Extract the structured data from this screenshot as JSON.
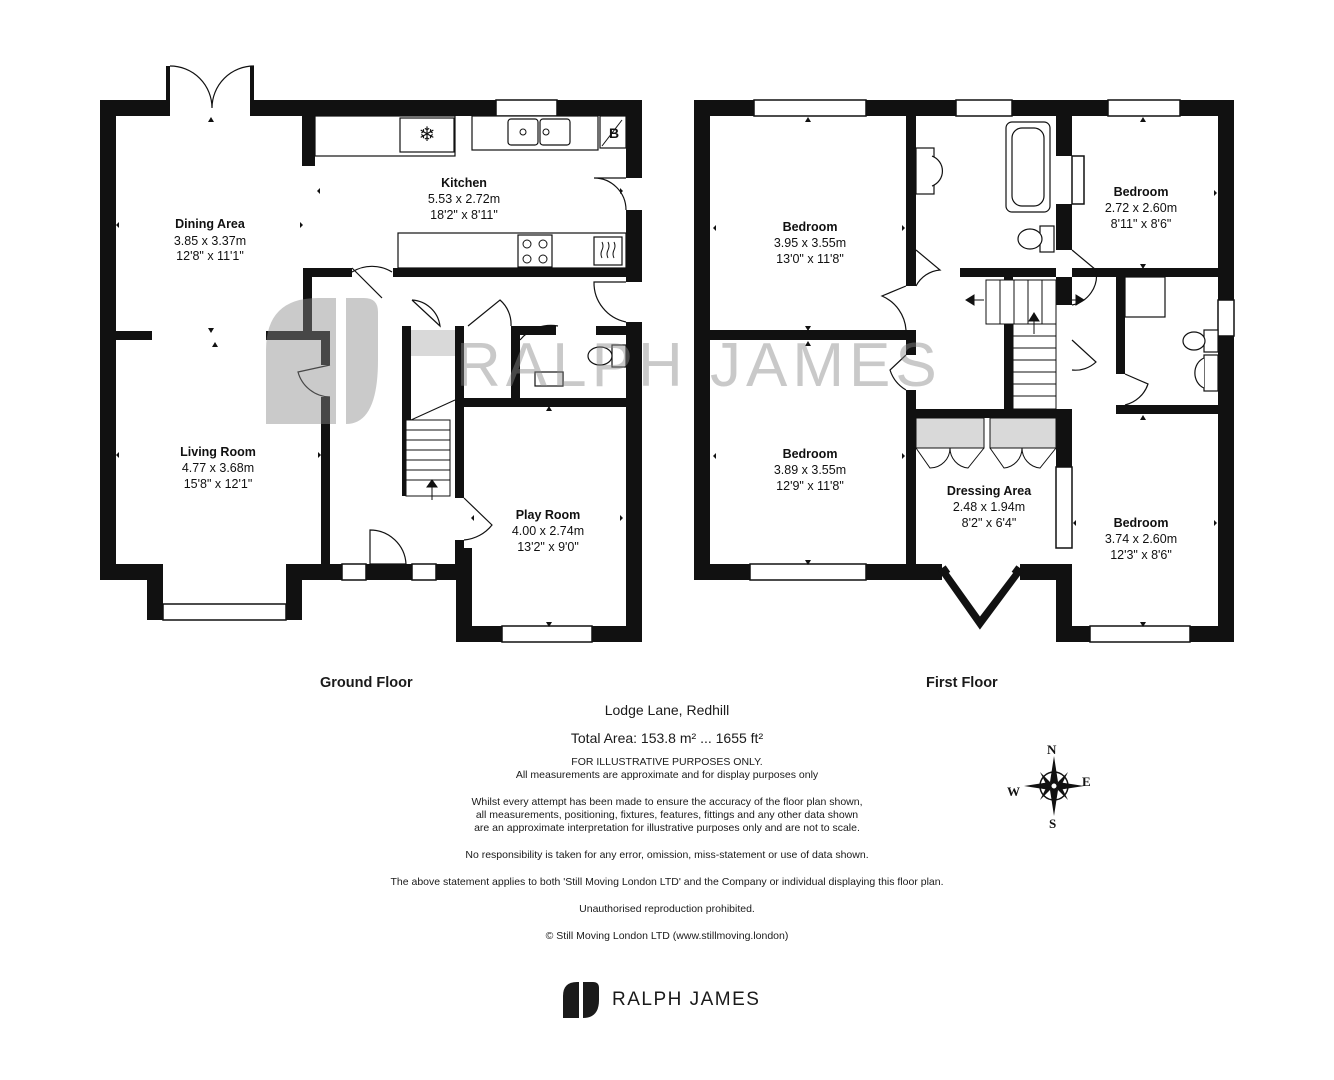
{
  "watermark": "RALPH JAMES",
  "floors": {
    "ground": {
      "title": "Ground Floor"
    },
    "first": {
      "title": "First Floor"
    }
  },
  "rooms": {
    "dining": {
      "name": "Dining Area",
      "metric": "3.85 x 3.37m",
      "imperial": "12'8\" x 11'1\""
    },
    "kitchen": {
      "name": "Kitchen",
      "metric": "5.53 x 2.72m",
      "imperial": "18'2\" x 8'11\""
    },
    "living": {
      "name": "Living Room",
      "metric": "4.77 x 3.68m",
      "imperial": "15'8\" x 12'1\""
    },
    "play": {
      "name": "Play Room",
      "metric": "4.00 x 2.74m",
      "imperial": "13'2\" x 9'0\""
    },
    "bed1": {
      "name": "Bedroom",
      "metric": "3.95 x 3.55m",
      "imperial": "13'0\" x 11'8\""
    },
    "bed2": {
      "name": "Bedroom",
      "metric": "2.72 x 2.60m",
      "imperial": "8'11\" x 8'6\""
    },
    "bed3": {
      "name": "Bedroom",
      "metric": "3.89 x 3.55m",
      "imperial": "12'9\" x 11'8\""
    },
    "dressing": {
      "name": "Dressing Area",
      "metric": "2.48 x 1.94m",
      "imperial": "8'2\" x 6'4\""
    },
    "bed4": {
      "name": "Bedroom",
      "metric": "3.74 x 2.60m",
      "imperial": "12'3\" x 8'6\""
    }
  },
  "symbols": {
    "boiler": "B"
  },
  "compass": {
    "n": "N",
    "s": "S",
    "e": "E",
    "w": "W"
  },
  "footer": {
    "address": "Lodge Lane, Redhill",
    "total_area": "Total Area: 153.8 m² ... 1655 ft²",
    "notes": [
      "FOR ILLUSTRATIVE PURPOSES ONLY.",
      "All measurements are approximate and for display purposes only",
      "Whilst every attempt has been made to ensure the accuracy of the floor plan shown,",
      "all measurements, positioning, fixtures, features, fittings and any other data shown",
      "are an approximate interpretation for illustrative purposes only and are not to scale.",
      "No responsibility is taken for any error, omission, miss-statement or use of data shown.",
      "The above statement applies to both 'Still Moving London LTD' and the Company or individual displaying this floor plan.",
      "Unauthorised reproduction prohibited.",
      "© Still Moving London LTD (www.stillmoving.london)"
    ]
  },
  "brand": {
    "name": "RALPH JAMES"
  },
  "colors": {
    "wall": "#111111",
    "fixture": "#d9d9d9",
    "watermark": "#9a9a9a"
  }
}
